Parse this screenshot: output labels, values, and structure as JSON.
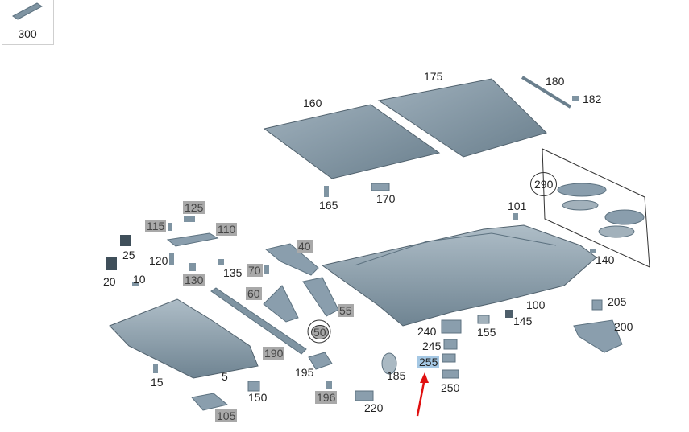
{
  "thumbnail": {
    "label": "300"
  },
  "colors": {
    "part_fill": "#7f94a2",
    "part_dark": "#5d7280",
    "part_light": "#aab9c3",
    "highlight_grey": "#a9a9a9",
    "highlight_blue": "#a5c8e4",
    "arrow": "#e01010"
  },
  "labels": [
    {
      "id": "175",
      "text": "175",
      "style": "plain"
    },
    {
      "id": "180",
      "text": "180",
      "style": "plain"
    },
    {
      "id": "182",
      "text": "182",
      "style": "plain"
    },
    {
      "id": "160",
      "text": "160",
      "style": "plain"
    },
    {
      "id": "290",
      "text": "290",
      "style": "circled"
    },
    {
      "id": "165",
      "text": "165",
      "style": "plain"
    },
    {
      "id": "170",
      "text": "170",
      "style": "plain"
    },
    {
      "id": "101",
      "text": "101",
      "style": "plain"
    },
    {
      "id": "125",
      "text": "125",
      "style": "grey"
    },
    {
      "id": "115",
      "text": "115",
      "style": "grey"
    },
    {
      "id": "110",
      "text": "110",
      "style": "grey"
    },
    {
      "id": "25",
      "text": "25",
      "style": "plain"
    },
    {
      "id": "120",
      "text": "120",
      "style": "plain"
    },
    {
      "id": "40",
      "text": "40",
      "style": "grey"
    },
    {
      "id": "135",
      "text": "135",
      "style": "plain"
    },
    {
      "id": "70",
      "text": "70",
      "style": "grey"
    },
    {
      "id": "140",
      "text": "140",
      "style": "plain"
    },
    {
      "id": "20",
      "text": "20",
      "style": "plain"
    },
    {
      "id": "10",
      "text": "10",
      "style": "plain"
    },
    {
      "id": "130",
      "text": "130",
      "style": "grey"
    },
    {
      "id": "60",
      "text": "60",
      "style": "grey"
    },
    {
      "id": "55",
      "text": "55",
      "style": "grey"
    },
    {
      "id": "100",
      "text": "100",
      "style": "plain"
    },
    {
      "id": "205",
      "text": "205",
      "style": "plain"
    },
    {
      "id": "145",
      "text": "145",
      "style": "plain"
    },
    {
      "id": "50",
      "text": "50",
      "style": "grey-circled"
    },
    {
      "id": "240",
      "text": "240",
      "style": "plain"
    },
    {
      "id": "155",
      "text": "155",
      "style": "plain"
    },
    {
      "id": "200",
      "text": "200",
      "style": "plain"
    },
    {
      "id": "245",
      "text": "245",
      "style": "plain"
    },
    {
      "id": "190",
      "text": "190",
      "style": "grey"
    },
    {
      "id": "255",
      "text": "255",
      "style": "blue"
    },
    {
      "id": "195",
      "text": "195",
      "style": "plain"
    },
    {
      "id": "185",
      "text": "185",
      "style": "plain"
    },
    {
      "id": "15",
      "text": "15",
      "style": "plain"
    },
    {
      "id": "5",
      "text": "5",
      "style": "plain"
    },
    {
      "id": "250",
      "text": "250",
      "style": "plain"
    },
    {
      "id": "150",
      "text": "150",
      "style": "plain"
    },
    {
      "id": "196",
      "text": "196",
      "style": "grey"
    },
    {
      "id": "220",
      "text": "220",
      "style": "plain"
    },
    {
      "id": "105",
      "text": "105",
      "style": "grey"
    }
  ]
}
